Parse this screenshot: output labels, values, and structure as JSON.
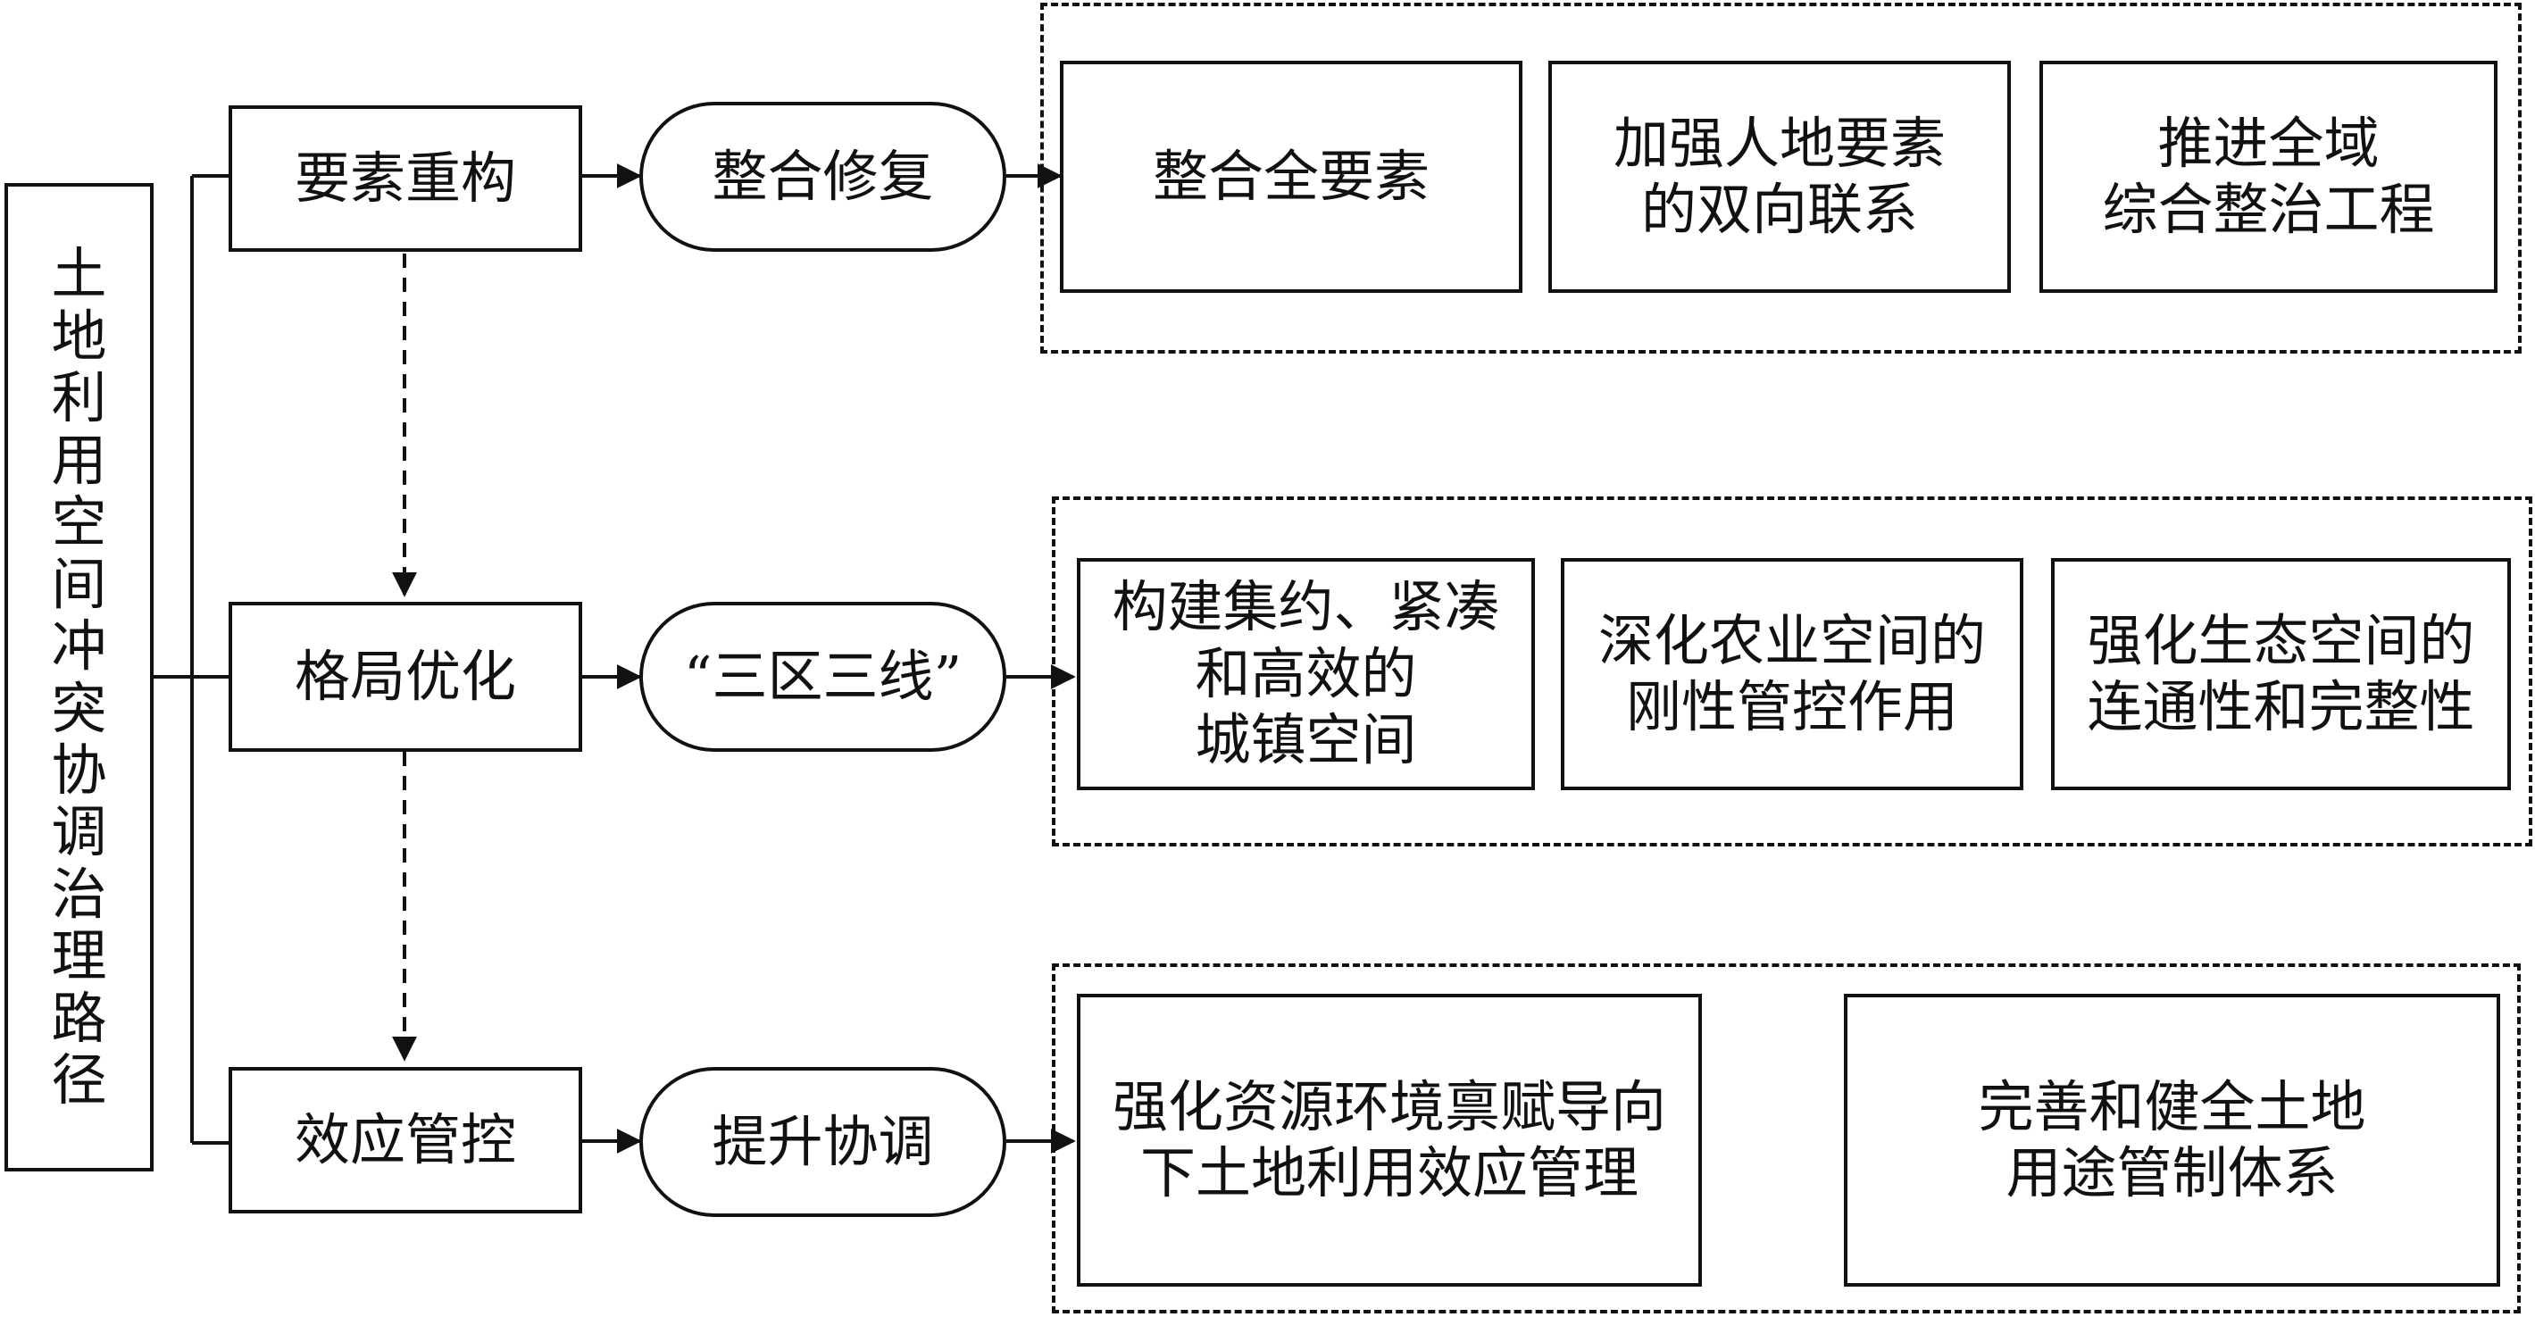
{
  "root": {
    "label": "土\n地\n利\n用\n空\n间\n冲\n突\n协\n调\n治\n理\n路\n径"
  },
  "stages": [
    {
      "label": "要素重构",
      "method": "整合修复"
    },
    {
      "label": "格局优化",
      "method": "“三区三线”"
    },
    {
      "label": "效应管控",
      "method": "提升协调"
    }
  ],
  "actions": [
    [
      "整合全要素",
      "加强人地要素\n的双向联系",
      "推进全域\n综合整治工程"
    ],
    [
      "构建集约、紧凑\n和高效的\n城镇空间",
      "深化农业空间的\n刚性管控作用",
      "强化生态空间的\n连通性和完整性"
    ],
    [
      "强化资源环境禀赋导向\n下土地利用效应管理",
      "完善和健全土地\n用途管制体系"
    ]
  ]
}
